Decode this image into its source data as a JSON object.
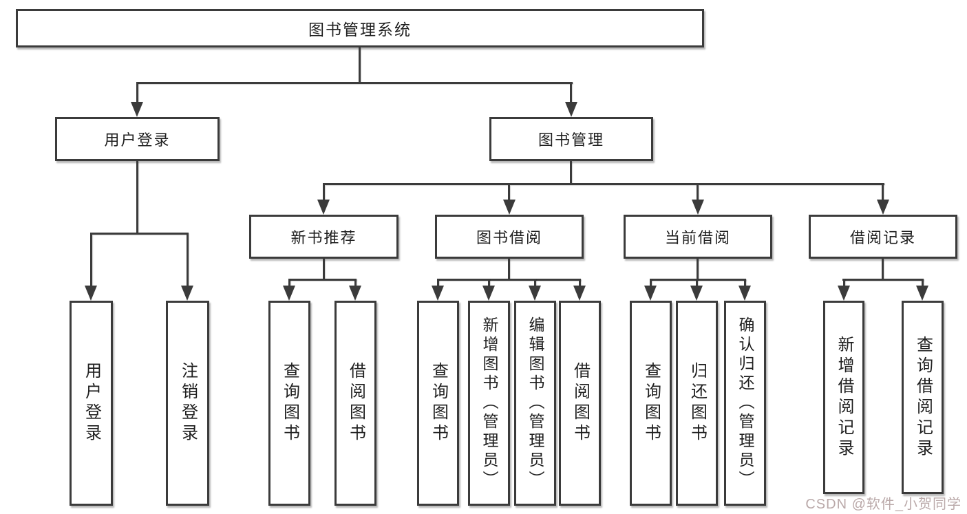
{
  "diagram": {
    "root": {
      "label": "图书管理系统"
    },
    "level2": [
      {
        "id": "user-login",
        "label": "用户登录"
      },
      {
        "id": "book-management",
        "label": "图书管理"
      }
    ],
    "level3": [
      {
        "id": "new-book-recommend",
        "label": "新书推荐",
        "parent": "图书管理"
      },
      {
        "id": "book-borrowing",
        "label": "图书借阅",
        "parent": "图书管理"
      },
      {
        "id": "current-borrowing",
        "label": "当前借阅",
        "parent": "图书管理"
      },
      {
        "id": "borrowing-records",
        "label": "借阅记录",
        "parent": "图书管理"
      }
    ],
    "leaves": [
      {
        "label": "用户登录",
        "parent": "用户登录"
      },
      {
        "label": "注销登录",
        "parent": "用户登录"
      },
      {
        "label": "查询图书",
        "parent": "新书推荐"
      },
      {
        "label": "借阅图书",
        "parent": "新书推荐"
      },
      {
        "label": "查询图书",
        "parent": "图书借阅"
      },
      {
        "label": "新增图书（管理员）",
        "parent": "图书借阅"
      },
      {
        "label": "编辑图书（管理员）",
        "parent": "图书借阅"
      },
      {
        "label": "借阅图书",
        "parent": "图书借阅"
      },
      {
        "label": "查询图书",
        "parent": "当前借阅"
      },
      {
        "label": "归还图书",
        "parent": "当前借阅"
      },
      {
        "label": "确认归还（管理员）",
        "parent": "当前借阅"
      },
      {
        "label": "新增借阅记录",
        "parent": "借阅记录"
      },
      {
        "label": "查询借阅记录",
        "parent": "借阅记录"
      }
    ],
    "watermark": "CSDN @软件_小贺同学",
    "colors": {
      "line": "#3b3b3b",
      "text": "#1f1f1f",
      "watermark": "#b3a0a0",
      "background": "#ffffff"
    }
  }
}
